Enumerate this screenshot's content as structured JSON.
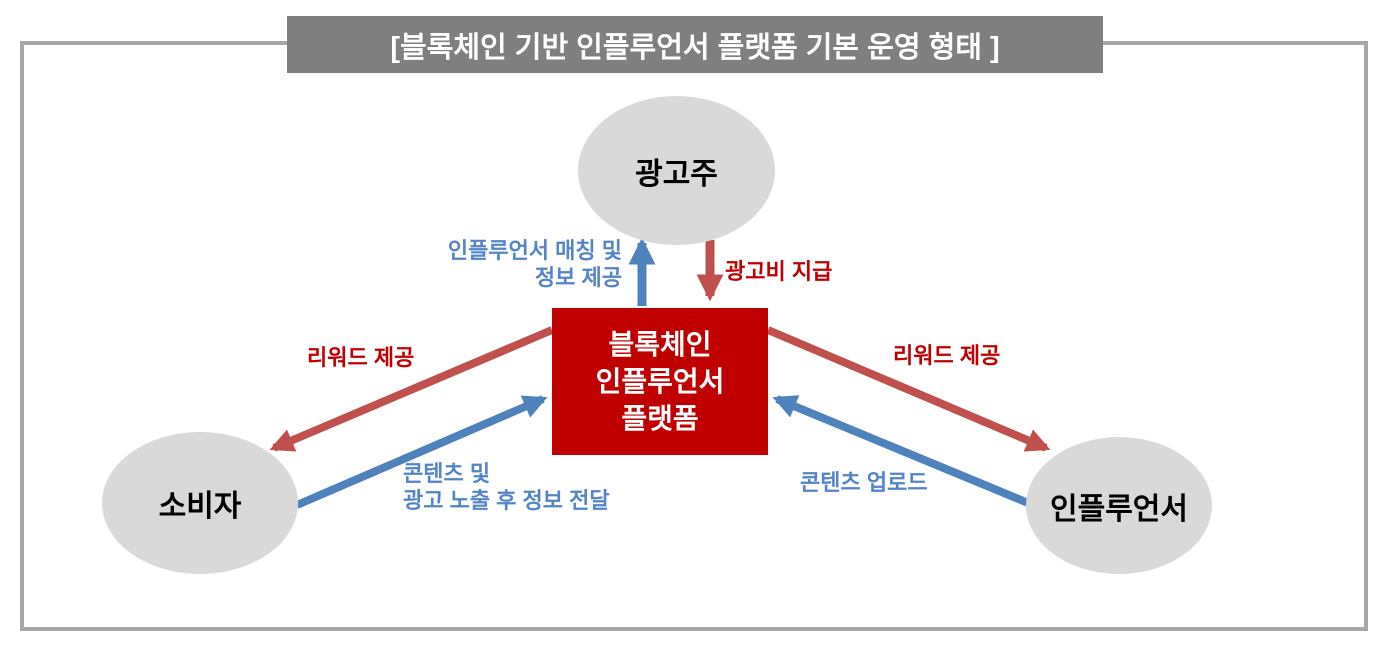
{
  "title": "[블록체인 기반 인플루언서 플랫폼 기본 운영 형태 ]",
  "nodes": {
    "advertiser": "광고주",
    "platform": "블록체인\n인플루언서\n플랫폼",
    "consumer": "소비자",
    "influencer": "인플루언서"
  },
  "edges": {
    "matching": "인플루언서 매칭 및\n정보 제공",
    "ad_fee": "광고비 지급",
    "reward_left": "리워드 제공",
    "reward_right": "리워드 제공",
    "content_info": "콘텐츠 및\n광고 노출 후 정보 전달",
    "content_upload": "콘텐츠 업로드"
  },
  "colors": {
    "title_bar": "#7f7f7f",
    "border": "#a6a6a6",
    "node_fill": "#d9d9d9",
    "platform_fill": "#c00000",
    "red_text": "#c00000",
    "blue_text": "#5585c8",
    "arrow_red": "#c0504d",
    "arrow_blue": "#4f81bd"
  }
}
